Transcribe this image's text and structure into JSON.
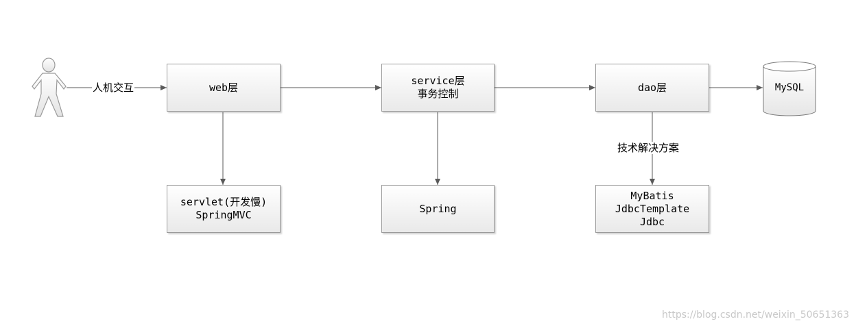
{
  "actor": {
    "edge_label": "人机交互"
  },
  "web_layer": {
    "label": "web层"
  },
  "service_layer": {
    "line1": "service层",
    "line2": "事务控制"
  },
  "dao_layer": {
    "label": "dao层",
    "edge_label": "技术解决方案"
  },
  "database": {
    "label": "MySQL"
  },
  "web_tech": {
    "line1": "servlet(开发慢)",
    "line2": "SpringMVC"
  },
  "service_tech": {
    "label": "Spring"
  },
  "dao_tech": {
    "line1": "MyBatis",
    "line2": "JdbcTemplate",
    "line3": "Jdbc"
  },
  "watermark": "https://blog.csdn.net/weixin_50651363",
  "colors": {
    "line": "#5a5a5a",
    "border": "#9a9a9a",
    "fill_top": "#ffffff",
    "fill_bottom": "#e9e9e9"
  }
}
